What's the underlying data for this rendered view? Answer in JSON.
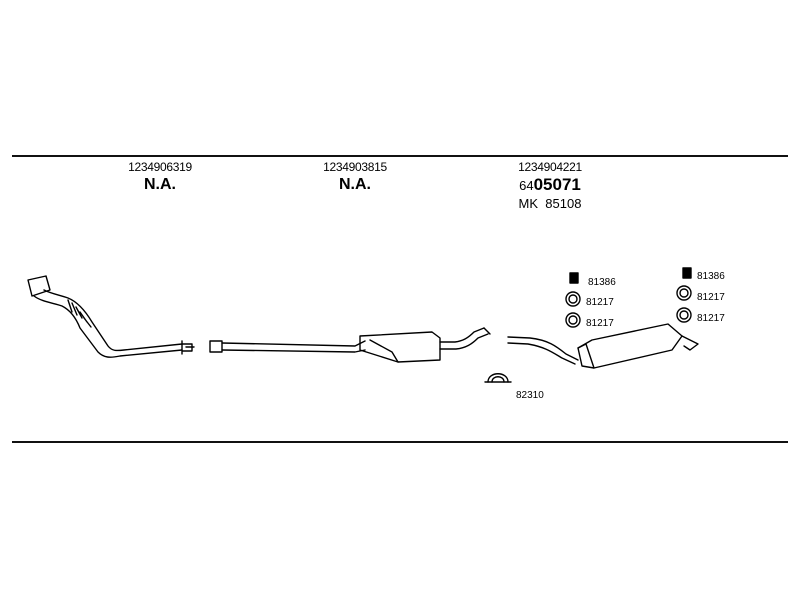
{
  "groups": [
    {
      "part_number": "1234906319",
      "status": "N.A."
    },
    {
      "part_number": "1234903815",
      "status": "N.A."
    },
    {
      "part_number": "1234904221",
      "ref_prefix": "64",
      "ref_main": "05071",
      "mk_label": "MK",
      "mk_number": "85108"
    }
  ],
  "hardware_labels": {
    "rubber_mount_left": "81386",
    "ring_left_1": "81217",
    "ring_left_2": "81217",
    "clamp": "82310",
    "rubber_mount_right": "81386",
    "ring_right_1": "81217",
    "ring_right_2": "81217"
  }
}
